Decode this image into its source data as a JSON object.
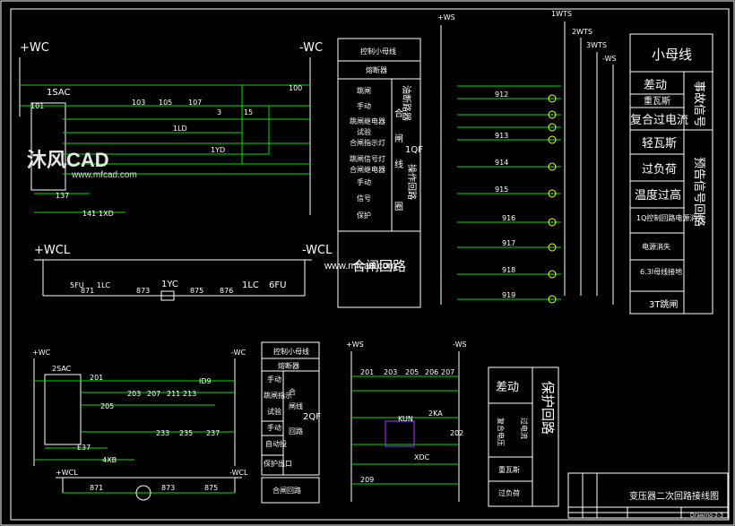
{
  "watermark": {
    "brand": "沐风CAD",
    "url_small": "www.mfcad.com",
    "url_center": "www.mfcad.com"
  },
  "top_left": {
    "bus_left": "+WC",
    "bus_right": "-WC",
    "switch": "1SAC",
    "nodes": [
      "101",
      "103",
      "105",
      "107",
      "1LD",
      "1YD",
      "137",
      "141",
      "3",
      "15",
      "100",
      "100"
    ],
    "small": [
      "1XD"
    ]
  },
  "middle_left": {
    "bus_left": "+WCL",
    "bus_right": "-WCL",
    "labels": [
      "5FU",
      "1LC",
      "1YC",
      "1LC",
      "6FU"
    ],
    "nodes": [
      "871",
      "873",
      "875",
      "876"
    ]
  },
  "left_table": {
    "header": "控制小母线",
    "sub": "熔断器",
    "rows": [
      "跳闸",
      "手动",
      "跳闸继电器",
      "试验",
      "合闸指示灯",
      "跳闸信号灯",
      "合闸继电器",
      "手动",
      "信号",
      "保护"
    ],
    "side": [
      "合",
      "闸",
      "线",
      "圈",
      "油断路器",
      "1QF",
      "操作回路"
    ],
    "footer": "合闸回路"
  },
  "signal_buses": {
    "top": [
      "+WS",
      "-WS",
      "1WTS",
      "2WTS",
      "3WTS"
    ],
    "lines": [
      "912",
      "913",
      "914",
      "915",
      "916",
      "917",
      "918",
      "919"
    ]
  },
  "right_table": {
    "title": "小母线",
    "group1": [
      "差动",
      "重瓦斯",
      "复合过电流"
    ],
    "group1_side": "事故信号",
    "group2": [
      "轻瓦斯",
      "过负荷",
      "温度过高",
      "1Q控制回路电源消失",
      "电源消失",
      "6.3I母线接地",
      "3T跳闸"
    ],
    "group2_side": "预告信号回路"
  },
  "bottom_left": {
    "bus_left": "+WC",
    "bus_right": "-WC",
    "switch": "2SAC",
    "nodes": [
      "201",
      "203",
      "205",
      "207",
      "211",
      "213",
      "233",
      "235",
      "237",
      "ID9",
      "4XB",
      "E37"
    ],
    "bus2_left": "+WCL",
    "bus2_right": "-WCL",
    "bus2_nodes": [
      "871",
      "873",
      "875"
    ]
  },
  "bottom_table": {
    "header": "控制小母线",
    "sub": "熔断器",
    "rows": [
      "手动",
      "跳闸指示",
      "试验",
      "手动",
      "自动投",
      "保护出口"
    ],
    "side": [
      "合",
      "闸线",
      "回路"
    ],
    "side2": [
      "2QF"
    ],
    "footer": "合闸回路"
  },
  "bottom_middle": {
    "bus_left": "+WS",
    "bus_right": "-WS",
    "labels": [
      "KUN",
      "2KA",
      "XDC",
      "201",
      "203",
      "205",
      "206",
      "207",
      "202",
      "209"
    ]
  },
  "protection_table": {
    "cells": [
      "差动",
      "复合电压",
      "过电流",
      "重瓦斯",
      "过负荷"
    ],
    "side": "保护回路"
  },
  "title_block": {
    "title": "变压器二次回路接线图",
    "drawing_no": "Drawing-2-3"
  }
}
